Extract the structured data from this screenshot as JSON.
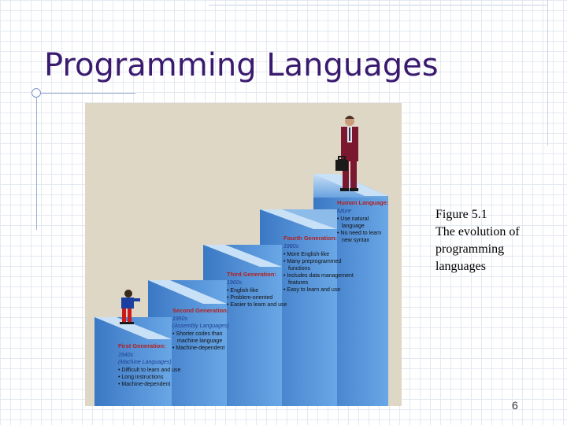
{
  "slide": {
    "title": "Programming Languages",
    "page_number": "6"
  },
  "caption": {
    "line1": "Figure 5.1",
    "line2": "The evolution of",
    "line3": "programming",
    "line4": "languages"
  },
  "figure": {
    "gen1": {
      "title": "First Generation:",
      "era": "1940s",
      "sub": "(Machine Languages)",
      "b1": "Difficult to learn and use",
      "b2": "Long instructions",
      "b3": "Machine-dependent"
    },
    "gen2": {
      "title": "Second Generation:",
      "era": "1950s",
      "sub": "(Assembly Languages)",
      "b1": "Shorter codes than",
      "b1b": "machine language",
      "b2": "Machine-dependent"
    },
    "gen3": {
      "title": "Third Generation:",
      "era": "1960s",
      "b1": "English-like",
      "b2": "Problem-oriented",
      "b3": "Easier to learn and use"
    },
    "gen4": {
      "title": "Fourth Generation:",
      "era": "1980s",
      "b1": "More English-like",
      "b2": "Many preprogrammed",
      "b2b": "functions",
      "b3": "Includes data management",
      "b3b": "features",
      "b4": "Easy to learn and use"
    },
    "gen5": {
      "title": "Human Language:",
      "era": "future",
      "b1": "Use natural",
      "b1b": "language",
      "b2": "No need to learn",
      "b2b": "new syntax"
    }
  },
  "colors": {
    "title": "#3a1a6e",
    "accent_line": "#7d96c8",
    "step_face": "#4a86cf",
    "step_top": "#b9d7f3",
    "step_riser": "#6ea6e2",
    "gen_title": "#b32020",
    "era_text": "#3a55b0"
  }
}
